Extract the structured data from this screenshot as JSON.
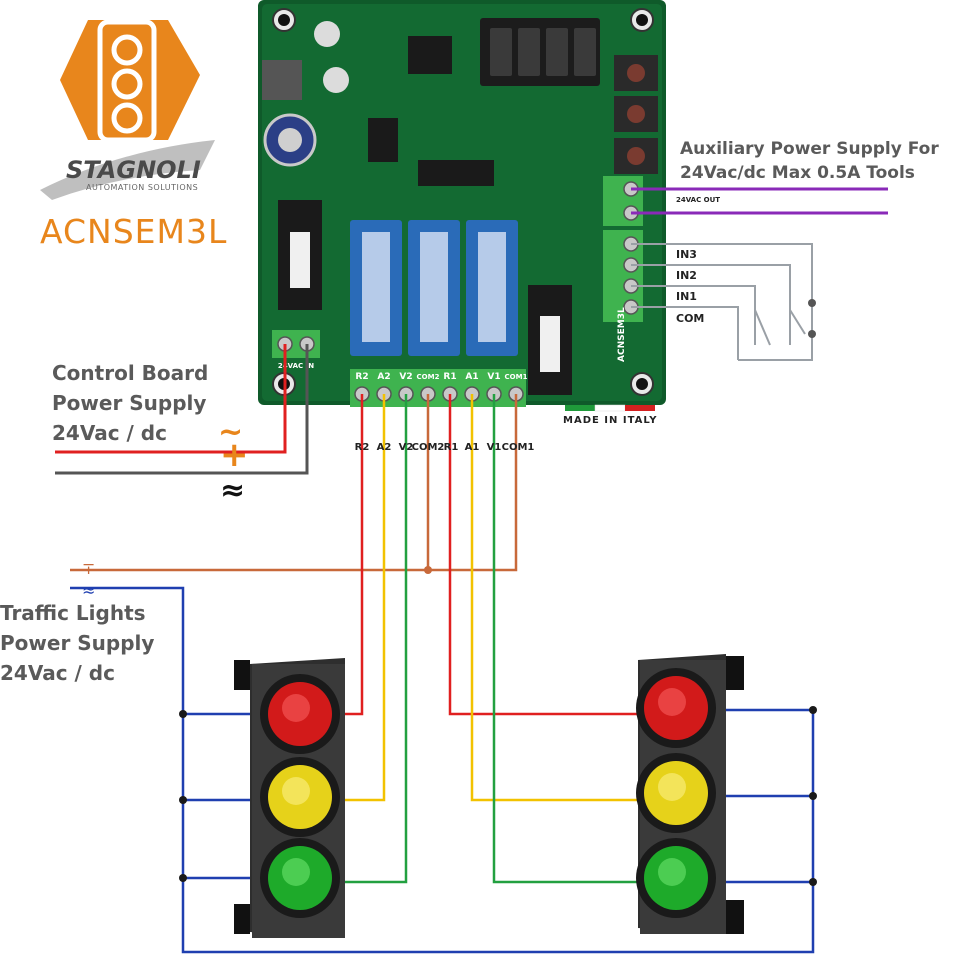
{
  "brand": {
    "name": "STAGNOLI",
    "tagline": "AUTOMATION SOLUTIONS",
    "model": "ACNSEM3L",
    "logo_icon": "traffic-light-logo-icon",
    "accent": "#e8861c"
  },
  "labels": {
    "aux_power_line1": "Auxiliary Power Supply For",
    "aux_power_line2": "24Vac/dc Max 0.5A Tools",
    "control_line1": "Control Board",
    "control_line2": "Power Supply",
    "control_line3": "24Vac / dc",
    "traffic_line1": "Traffic Lights",
    "traffic_line2": "Power Supply",
    "traffic_line3": "24Vac / dc",
    "made_in": "MADE IN ITALY"
  },
  "board": {
    "terminals": [
      "R2",
      "A2",
      "V2",
      "COM2",
      "R1",
      "A1",
      "V1",
      "COM1"
    ],
    "inputs": [
      "IN3",
      "IN2",
      "IN1",
      "COM"
    ],
    "dc_in": "24VAC IN",
    "aux_out": "24VAC OUT",
    "side_mark": "ACNSEM3L"
  },
  "wires": [
    "R2",
    "A2",
    "V2",
    "COM2",
    "R1",
    "A1",
    "V1",
    "COM1"
  ],
  "colors": {
    "red": "#e02020",
    "yellow": "#f2c200",
    "green": "#22a040",
    "brown": "#c8693a",
    "blue": "#1f3fb0",
    "purple": "#8a2ab8",
    "gray": "#9aa0a6",
    "board": "#0f5a2a"
  }
}
